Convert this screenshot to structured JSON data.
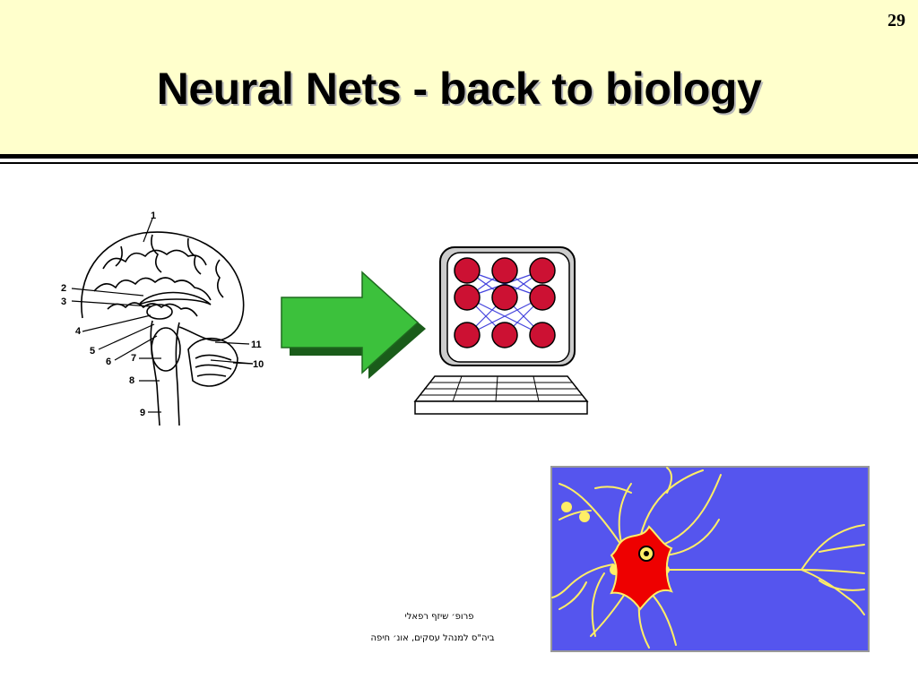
{
  "slide": {
    "page_number": "29",
    "title": "Neural Nets - back to biology"
  },
  "brain": {
    "labels": [
      "1",
      "2",
      "3",
      "4",
      "5",
      "6",
      "7",
      "8",
      "9",
      "10",
      "11"
    ]
  },
  "footer": {
    "line1": "פרופ׳ שיזף רפאלי",
    "line2": "ביה\"ס למנהל עסקים, אונ׳ חיפה"
  },
  "colors": {
    "header_bg": "#ffffcc",
    "arrow_green": "#3cc13c",
    "node_red": "#cc1133",
    "link_blue": "#4444dd",
    "neuron_bg": "#5555ee",
    "neuron_body": "#ee0000",
    "dendrite_yellow": "#ffee66"
  }
}
